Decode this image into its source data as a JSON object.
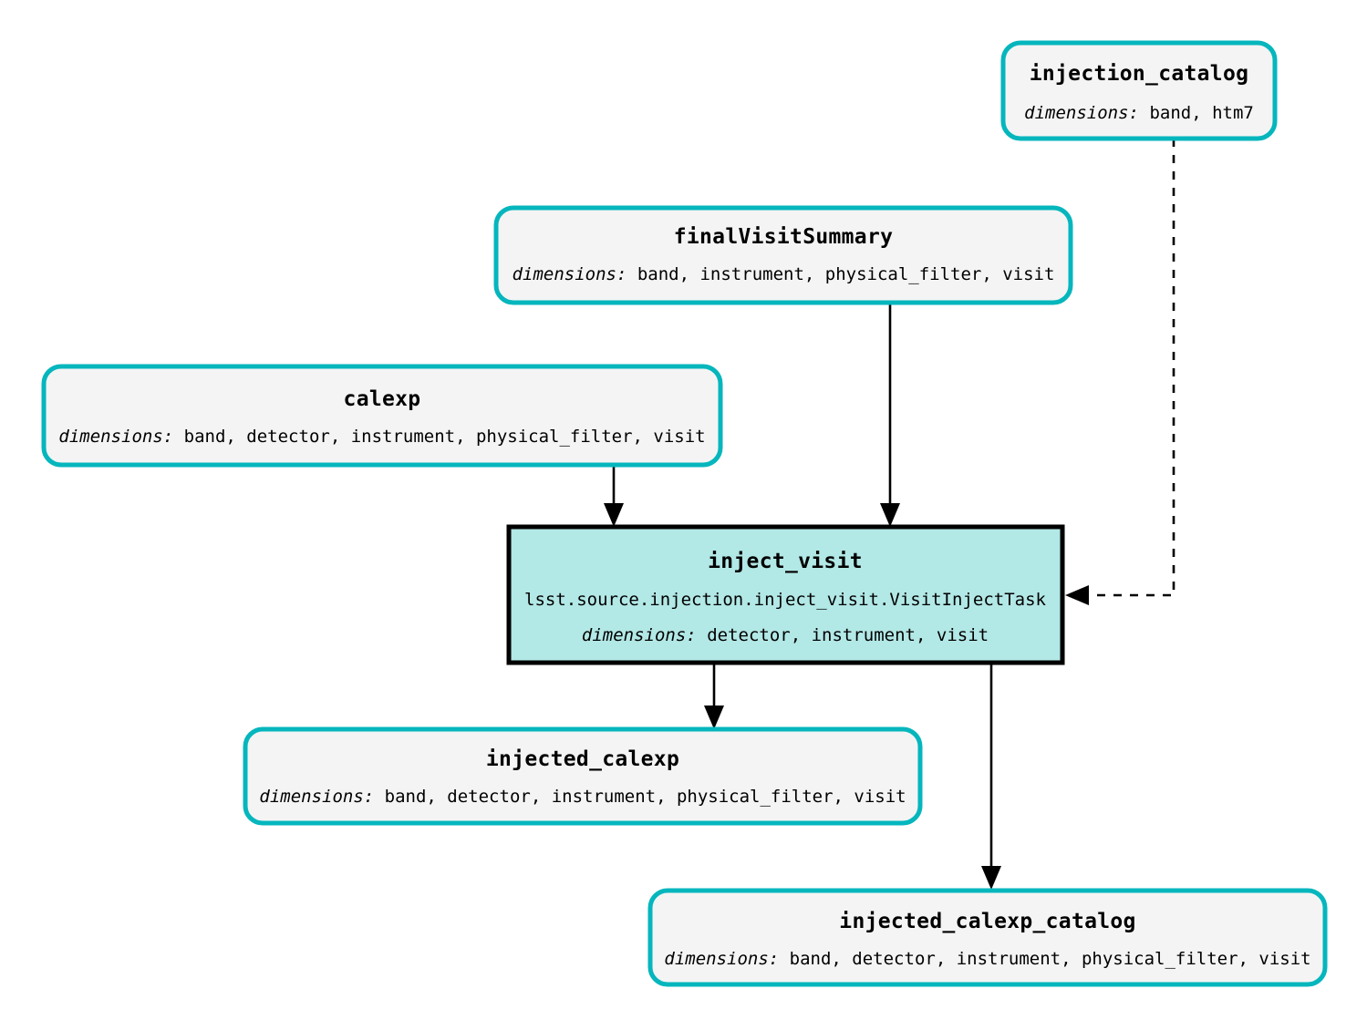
{
  "diagram": {
    "kind": "pipeline-graph",
    "background_color": "#ffffff",
    "dataset_border_color": "#05b6bd",
    "dataset_fill_color": "#f4f4f4",
    "task_fill_color": "#b2e8e6",
    "task_border_color": "#000000",
    "dimensions_prefix": "dimensions:"
  },
  "nodes": {
    "injection_catalog": {
      "title": "injection_catalog",
      "dim_prefix": "dimensions:",
      "dimensions": "band, htm7",
      "type": "dataset"
    },
    "finalVisitSummary": {
      "title": "finalVisitSummary",
      "dim_prefix": "dimensions:",
      "dimensions": "band, instrument, physical_filter, visit",
      "type": "dataset"
    },
    "calexp": {
      "title": "calexp",
      "dim_prefix": "dimensions:",
      "dimensions": "band, detector, instrument, physical_filter, visit",
      "type": "dataset"
    },
    "inject_visit": {
      "title": "inject_visit",
      "task_class": "lsst.source.injection.inject_visit.VisitInjectTask",
      "dim_prefix": "dimensions:",
      "dimensions": "detector, instrument, visit",
      "type": "task"
    },
    "injected_calexp": {
      "title": "injected_calexp",
      "dim_prefix": "dimensions:",
      "dimensions": "band, detector, instrument, physical_filter, visit",
      "type": "dataset"
    },
    "injected_calexp_catalog": {
      "title": "injected_calexp_catalog",
      "dim_prefix": "dimensions:",
      "dimensions": "band, detector, instrument, physical_filter, visit",
      "type": "dataset"
    }
  },
  "edges": [
    {
      "from": "injection_catalog",
      "to": "inject_visit",
      "style": "dashed"
    },
    {
      "from": "finalVisitSummary",
      "to": "inject_visit",
      "style": "solid"
    },
    {
      "from": "calexp",
      "to": "inject_visit",
      "style": "solid"
    },
    {
      "from": "inject_visit",
      "to": "injected_calexp",
      "style": "solid"
    },
    {
      "from": "inject_visit",
      "to": "injected_calexp_catalog",
      "style": "solid"
    }
  ]
}
